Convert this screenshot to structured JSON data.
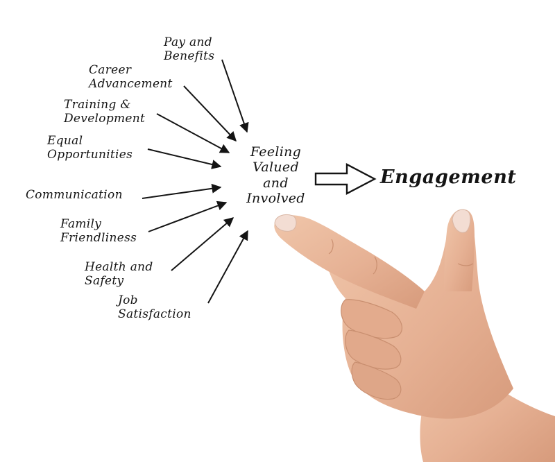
{
  "factors": [
    {
      "id": "pay",
      "lines": [
        "Pay and",
        "Benefits"
      ]
    },
    {
      "id": "career",
      "lines": [
        "Career",
        "Advancement"
      ]
    },
    {
      "id": "training",
      "lines": [
        "Training &",
        "Development"
      ]
    },
    {
      "id": "equal",
      "lines": [
        "Equal",
        "Opportunities"
      ]
    },
    {
      "id": "communication",
      "lines": [
        "Communication"
      ]
    },
    {
      "id": "family",
      "lines": [
        "Family",
        "Friendliness"
      ]
    },
    {
      "id": "health",
      "lines": [
        "Health and",
        "Safety"
      ]
    },
    {
      "id": "job",
      "lines": [
        "Job",
        "Satisfaction"
      ]
    }
  ],
  "center": {
    "lines": [
      "Feeling",
      "Valued",
      "and",
      "Involved"
    ]
  },
  "result": {
    "label": "Engagement"
  },
  "colors": {
    "ink": "#141414",
    "background": "#ffffff",
    "skin": "#e8b697",
    "skin_shadow": "#c98f70",
    "nail": "#f3ddd3"
  },
  "icons": {
    "result_arrow": "hollow-right-arrow-icon",
    "hand": "pointing-hand-icon"
  }
}
